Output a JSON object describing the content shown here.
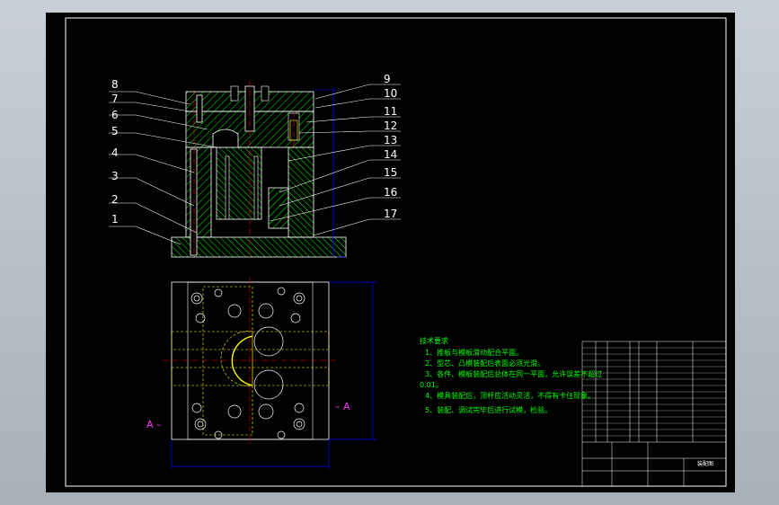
{
  "part_callouts_left": [
    "8",
    "7",
    "6",
    "5",
    "4",
    "3",
    "2",
    "1"
  ],
  "part_callouts_right": [
    "9",
    "10",
    "11",
    "12",
    "13",
    "14",
    "15",
    "16",
    "17"
  ],
  "section_marks": {
    "left": "A –",
    "right": "– A"
  },
  "technical_notes": {
    "title": "技术要求",
    "lines": [
      "1、推板与模板滑动配合平面。",
      "2、型芯、凸模装配后表面必须光滑。",
      "3、各件、模板装配后总体在同一平面，允许误差不超过",
      "0.01。",
      "4、模具装配后，顶杆应活动灵活，不得有卡住现象。",
      "5、装配、调试完毕后进行试模，检验。"
    ]
  },
  "title_block": {
    "drawing_title": "装配图"
  },
  "colors": {
    "background": "#000000",
    "frame": "#ffffff",
    "part_outline": "#ffffff",
    "hatch": "#00ff00",
    "hidden_line": "#ffff00",
    "center_line": "#ff0000",
    "dimension": "#0000ff",
    "notes": "#00ff00",
    "section_marks": "#ff33ff"
  }
}
